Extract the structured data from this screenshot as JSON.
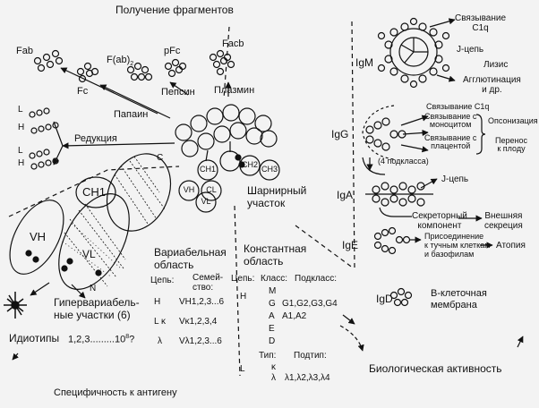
{
  "top": {
    "title": "Получение фрагментов",
    "fab": "Fab",
    "fab2": "F(ab)",
    "fab2_sub": "2",
    "pfc": "pFc",
    "facb": "Facb",
    "fc": "Fc",
    "pepsin": "Пепсин",
    "plasmin": "Плазмин",
    "papain": "Папаин",
    "reduction": "Редукция",
    "l1": "L",
    "h1": "H",
    "l2": "L",
    "h2": "H"
  },
  "molecule": {
    "ch1": "CH1",
    "ch2": "CH2",
    "ch3": "CH3",
    "vh": "VH",
    "cl": "CL",
    "vl": "VL",
    "hinge": "Шарнирный\nучасток"
  },
  "domain_view": {
    "ch1": "CH1",
    "c": "C",
    "vh": "VH",
    "vl": "VL",
    "n": "N",
    "hypervariable": "Гипервариабель-\nные участки (6)",
    "idiotypes": "Идиотипы",
    "idiotype_values": "1,2,3.........10",
    "idiotype_exp": "8",
    "idiotype_q": "?",
    "specificity": "Специфичность к антигену"
  },
  "variable": {
    "title": "Вариабельная\nобласть",
    "col_chain": "Цепь:",
    "col_family": "Семей-\nство:",
    "rows": [
      {
        "chain": "H",
        "family": "VH1,2,3...6"
      },
      {
        "chain": "L κ",
        "family": "Vκ1,2,3,4"
      },
      {
        "chain": "λ",
        "family": "Vλ1,2,3...6"
      }
    ]
  },
  "constant": {
    "title": "Константная\nобласть",
    "col_chain": "Цепь:",
    "col_class": "Класс:",
    "col_subclass": "Подкласс:",
    "h": "H",
    "classes": [
      "M",
      "G",
      "A",
      "E",
      "D"
    ],
    "g_sub": "G1,G2,G3,G4",
    "a_sub": "A1,A2",
    "type_label": "Тип:",
    "subtype_label": "Подтип:",
    "l": "L",
    "kappa": "κ",
    "lambda": "λ",
    "lambda_sub": "λ1,λ2,λ3,λ4"
  },
  "right": {
    "igm": "IgM",
    "c1q_binding": "Связывание\nC1q",
    "jchain1": "J-цепь",
    "lysis": "Лизис",
    "agglutination": "Агглютинация\nи др.",
    "igg": "IgG",
    "igg_c1q": "Связывание C1q",
    "igg_monocyte": "Связывание с\nмоноцитом",
    "opsonization": "Опсонизация",
    "igg_placenta": "Связывание с\nплацентой",
    "transfer": "Перенос\nк плоду",
    "subclasses": "(4 подкласса)",
    "iga": "IgA",
    "jchain2": "J-цепь",
    "secretory": "Секреторный\nкомпонент",
    "external_secretion": "Внешняя\nсекреция",
    "ige": "IgE",
    "mast_cells": "Присоединение\nк тучным клеткам\nи базофилам",
    "atopy": "Атопия",
    "igd": "IgD",
    "b_membrane": "В-клеточная\nмембрана",
    "bio_activity": "Биологическая активность"
  }
}
